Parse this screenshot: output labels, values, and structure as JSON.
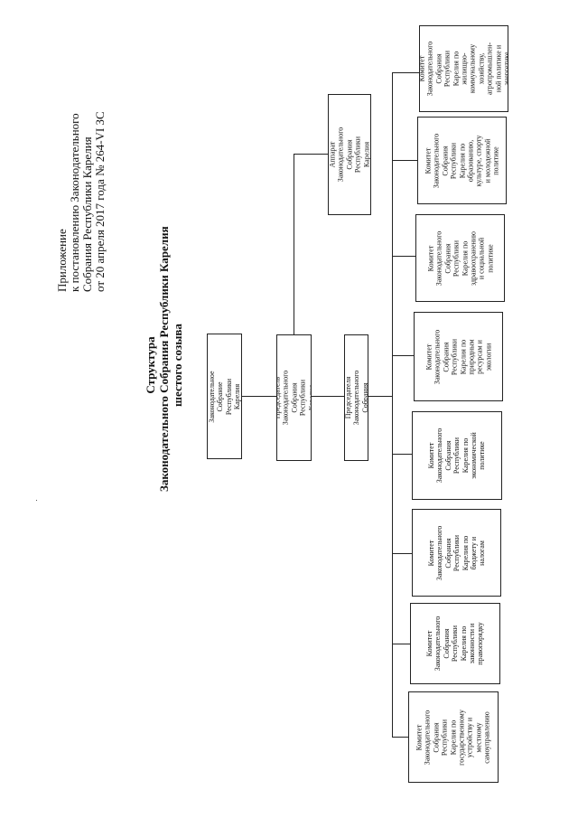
{
  "header": {
    "line1": "Приложение",
    "line2": "к постановлению Законодательного",
    "line3": "Собрания Республики Карелия",
    "line4": "от 20 апреля 2017 года № 264-VI ЗС"
  },
  "title": {
    "line1": "Структура",
    "line2": "Законодательного Собрания Республики Карелия",
    "line3": "шестого созыва"
  },
  "nodes": {
    "assembly": "Законодательное Собрание\nРеспублики Карелия",
    "chairman": "Председатель\nЗаконодательного Собрания\nРеспублики Карелия",
    "first_deputy": "Первый заместитель\nПредседателя\nЗаконодательного Собрания\nРеспублики Карелия",
    "apparatus": "Аппарат Законодательного\nСобрания Республики\nКарелия",
    "committees": [
      "Комитет\nЗаконодательного\nСобрания\nРеспублики\nКарелия по\nгосударственному\nустройству и\nместному\nсамоуправлению",
      "Комитет\nЗаконодательного\nСобрания\nРеспублики\nКарелия по\nзаконности и\nправопорядку",
      "Комитет\nЗаконодательного\nСобрания\nРеспублики\nКарелия по\nбюджету и\nналогам",
      "Комитет\nЗаконодательного\nСобрания\nРеспублики\nКарелия по\nэкономической\nполитике",
      "Комитет\nЗаконодательного\nСобрания\nРеспублики\nКарелия по\nприродным\nресурсам и\nэкологии",
      "Комитет\nЗаконодательного\nСобрания\nРеспублики\nКарелия по\nздравоохранению\nи социальной\nполитике",
      "Комитет\nЗаконодательного\nСобрания\nРеспублики\nКарелия по\nобразованию,\nкультуре, спорту\nи молодежной\nполитике",
      "Комитет\nЗаконодательного\nСобрания\nРеспублики\nКарелия по\nжилищно-\nкоммунальному\nхозяйству,\nагропромышлен-\nной политике и\nэнергетике"
    ]
  }
}
